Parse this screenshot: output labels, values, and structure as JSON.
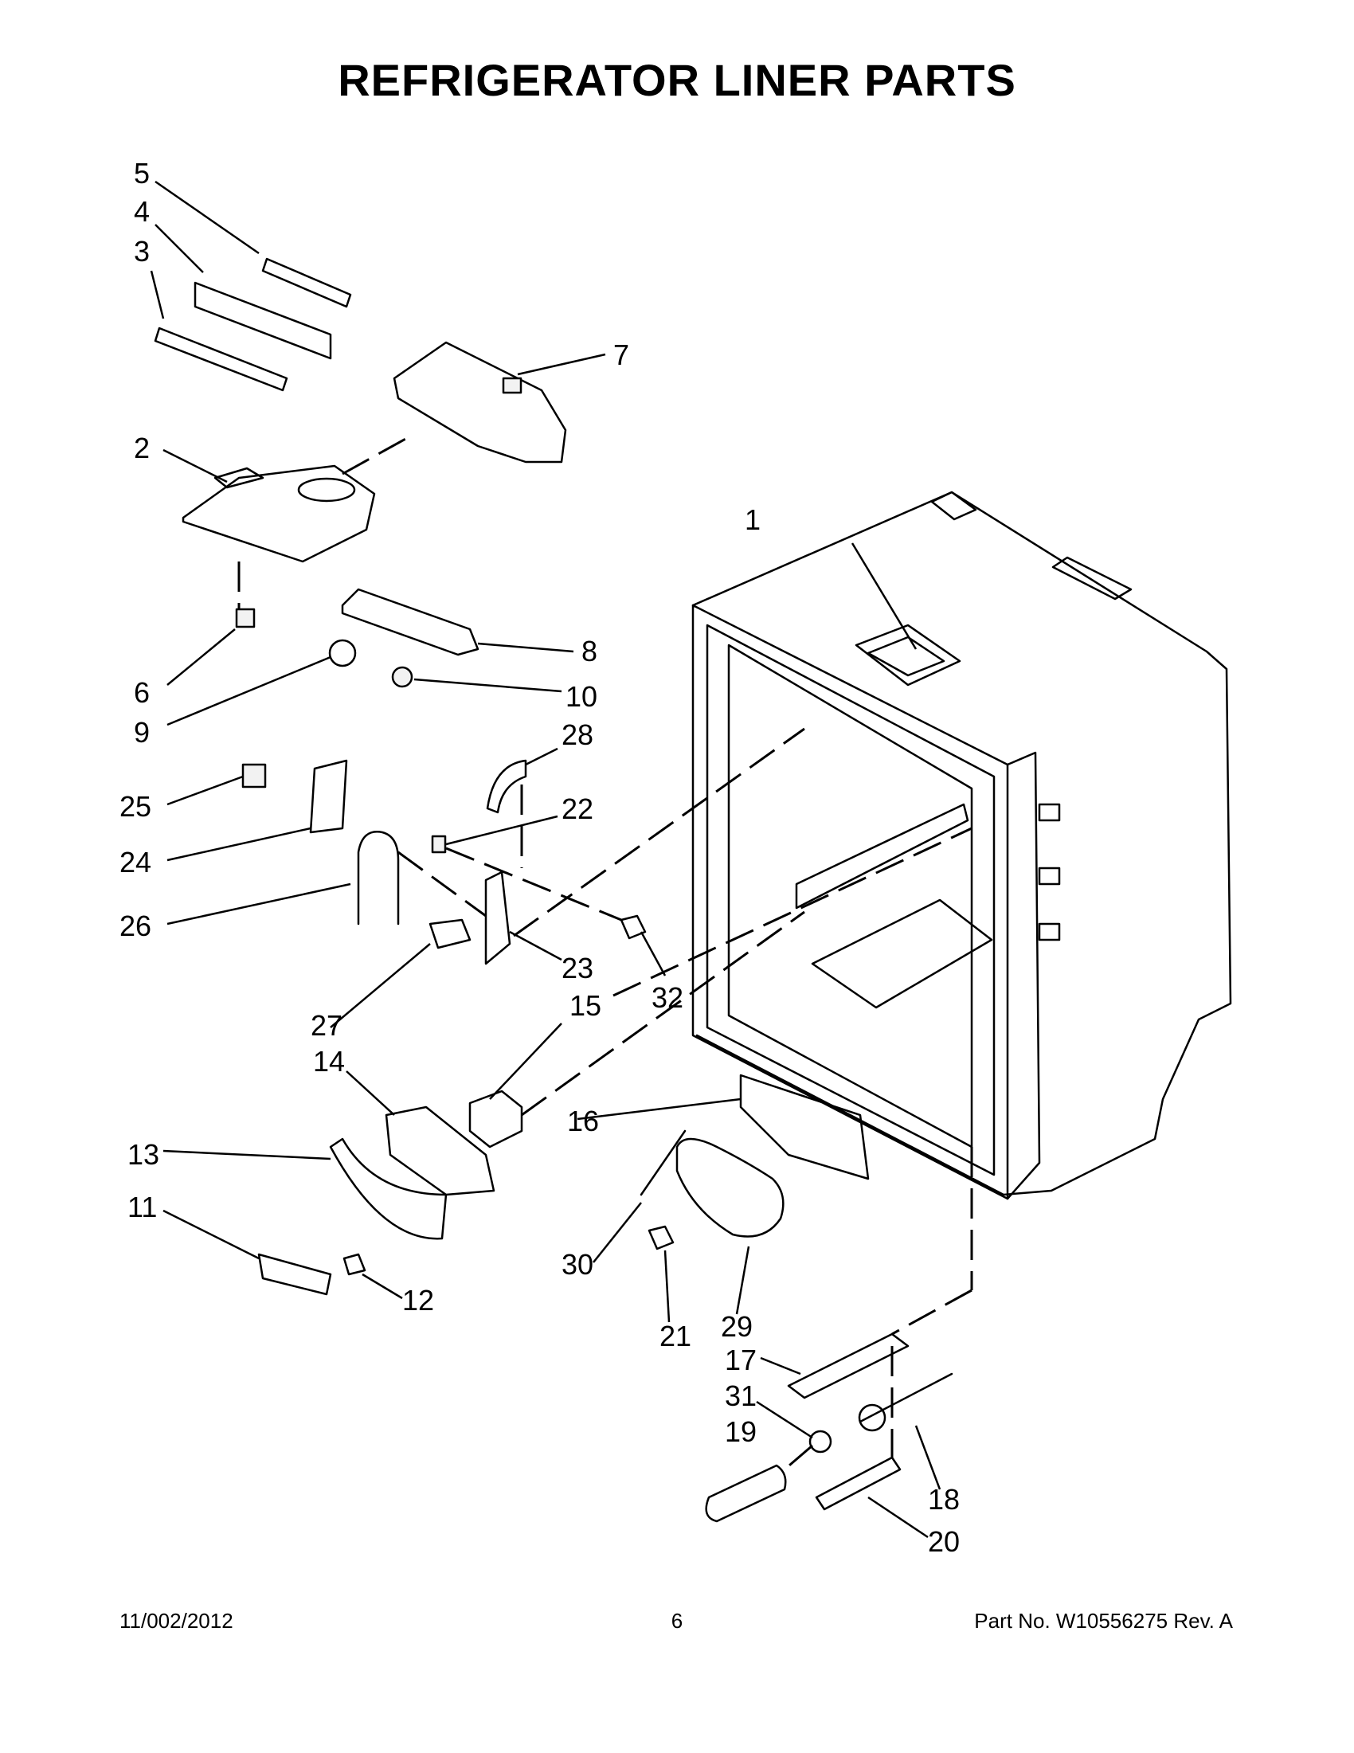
{
  "title": "REFRIGERATOR LINER PARTS",
  "callouts": [
    {
      "id": "1",
      "text": "1"
    },
    {
      "id": "2",
      "text": "2"
    },
    {
      "id": "3",
      "text": "3"
    },
    {
      "id": "4",
      "text": "4"
    },
    {
      "id": "5",
      "text": "5"
    },
    {
      "id": "6",
      "text": "6"
    },
    {
      "id": "7",
      "text": "7"
    },
    {
      "id": "8",
      "text": "8"
    },
    {
      "id": "9",
      "text": "9"
    },
    {
      "id": "10",
      "text": "10"
    },
    {
      "id": "11",
      "text": "11"
    },
    {
      "id": "12",
      "text": "12"
    },
    {
      "id": "13",
      "text": "13"
    },
    {
      "id": "14",
      "text": "14"
    },
    {
      "id": "15",
      "text": "15"
    },
    {
      "id": "16",
      "text": "16"
    },
    {
      "id": "17",
      "text": "17"
    },
    {
      "id": "18",
      "text": "18"
    },
    {
      "id": "19",
      "text": "19"
    },
    {
      "id": "20",
      "text": "20"
    },
    {
      "id": "21",
      "text": "21"
    },
    {
      "id": "22",
      "text": "22"
    },
    {
      "id": "23",
      "text": "23"
    },
    {
      "id": "24",
      "text": "24"
    },
    {
      "id": "25",
      "text": "25"
    },
    {
      "id": "26",
      "text": "26"
    },
    {
      "id": "27",
      "text": "27"
    },
    {
      "id": "28",
      "text": "28"
    },
    {
      "id": "29",
      "text": "29"
    },
    {
      "id": "30",
      "text": "30"
    },
    {
      "id": "31",
      "text": "31"
    },
    {
      "id": "32",
      "text": "32"
    }
  ],
  "footer": {
    "date": "11/002/2012",
    "page": "6",
    "part_number": "Part No.  W10556275  Rev.  A"
  }
}
